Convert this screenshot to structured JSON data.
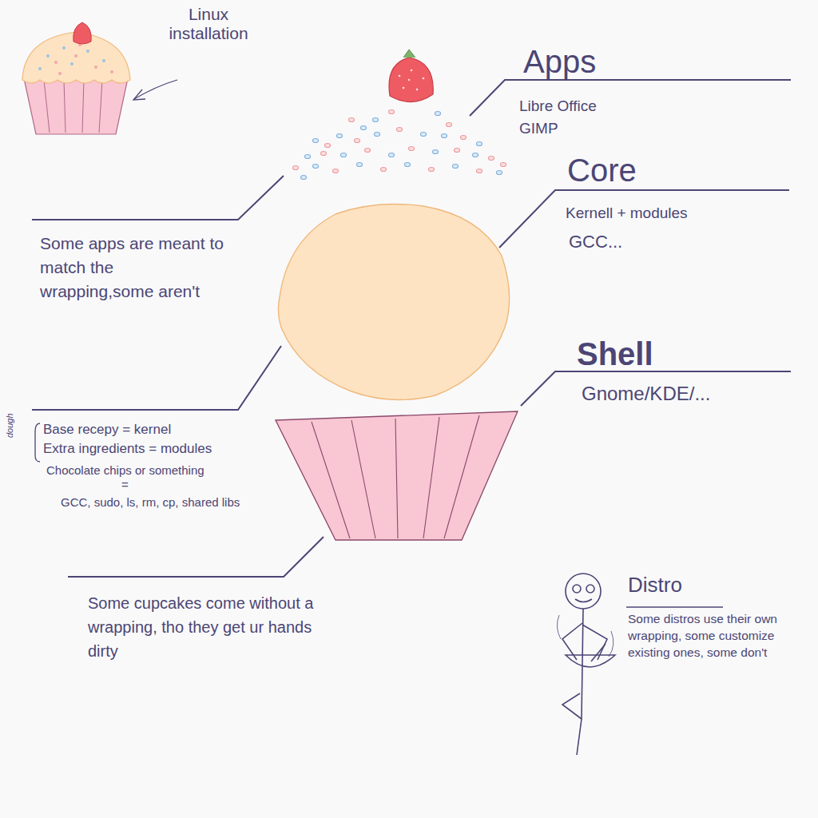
{
  "diagram": {
    "labels": [
      "Linux installation",
      "Apps",
      "Libre Office",
      "GIMP",
      "Core",
      "Kernell + modules",
      "GCC...",
      "Some apps are meant to match the wrapping,some aren't",
      "Shell",
      "Gnome/KDE/...",
      "dough",
      "Base recepy = kernel",
      "Extra ingredients = modules",
      "Chocolate chips or something",
      "=",
      "GCC, sudo, ls, rm, cp, shared libs",
      "Some cupcakes come without a wrapping, tho they get ur hands dirty",
      "Distro",
      "Some distros use their own wrapping, some customize existing ones, some don't"
    ]
  }
}
